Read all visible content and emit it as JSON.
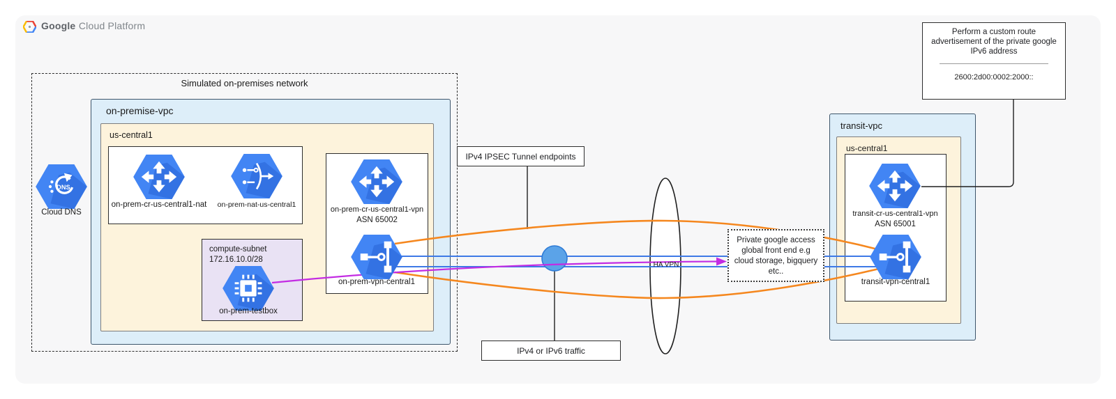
{
  "logo": {
    "brand": "Google",
    "product": "Cloud Platform"
  },
  "colors": {
    "panel_bg": "#f7f7f8",
    "vpc_blue_bg": "#ddeef9",
    "region_cream_bg": "#fdf3dc",
    "subnet_purple_bg": "#e9e2f4",
    "hexagon_blue": "#4285f4",
    "tunnel_orange": "#f5871e",
    "traffic_blue": "#3d79e6",
    "traffic_purple": "#c32ce3",
    "node_circle_fill": "#5ba3e8"
  },
  "diagram": {
    "onprem": {
      "container_label": "Simulated on-premises network",
      "vpc_label": "on-premise-vpc",
      "region_label": "us-central1",
      "nat_router_label": "on-prem-cr-us-central1-nat",
      "nat_label": "on-prem-nat-us-central1",
      "subnet_title": "compute-subnet",
      "subnet_cidr": "172.16.10.0/28",
      "testbox_label": "on-prem-testbox",
      "vpn_router_label": "on-prem-cr-us-central1-vpn",
      "vpn_router_asn": "ASN 65002",
      "vpn_gateway_label": "on-prem-vpn-central1"
    },
    "dns": {
      "label": "Cloud DNS",
      "glyph_text": "DNS"
    },
    "annotations": {
      "ipsec_label": "IPv4 IPSEC Tunnel endpoints",
      "traffic_label": "IPv4 or IPv6 traffic",
      "ha_vpn_label": "HA VPN",
      "pga_text": "Private google access global front end e.g cloud storage, bigquery etc..",
      "callout_text": "Perform a custom route advertisement of the private google IPv6 address",
      "callout_value": "2600:2d00:0002:2000::"
    },
    "transit": {
      "vpc_label": "transit-vpc",
      "region_label": "us-central1",
      "router_label": "transit-cr-us-central1-vpn",
      "router_asn": "ASN 65001",
      "vpn_gateway_label": "transit-vpn-central1"
    }
  }
}
